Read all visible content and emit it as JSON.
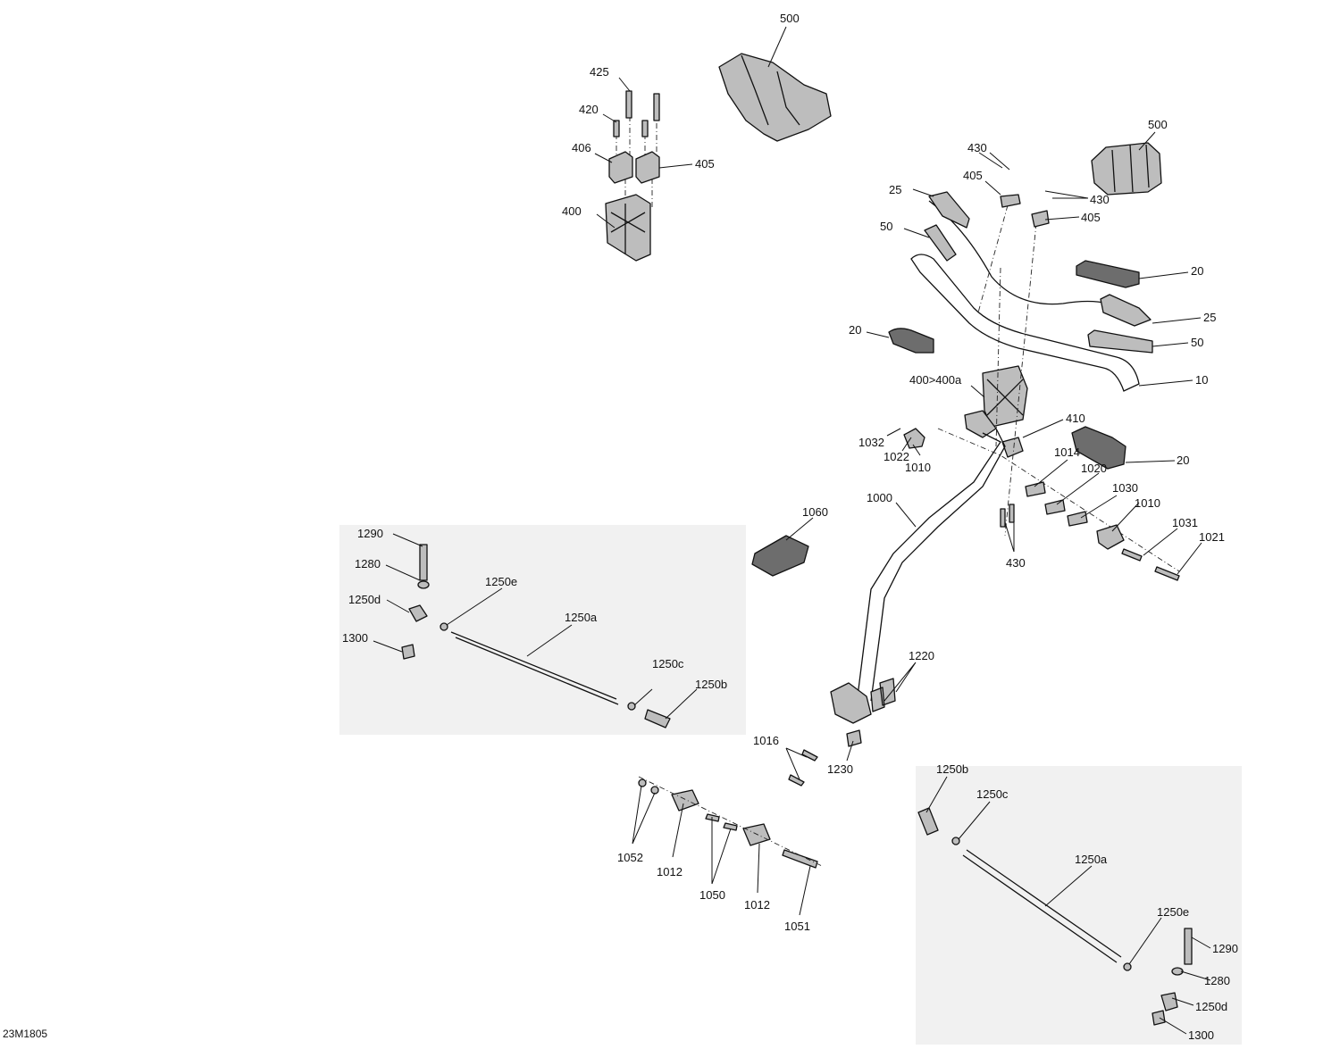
{
  "figure_id": "23M1805",
  "callouts": {
    "c500a": "500",
    "c425": "425",
    "c420": "420",
    "c406": "406",
    "c405a": "405",
    "c400": "400",
    "c500b": "500",
    "c430a": "430",
    "c405b": "405",
    "c25a": "25",
    "c430b": "430",
    "c405c": "405",
    "c50a": "50",
    "c20a": "20",
    "c25b": "25",
    "c20b": "20",
    "c50b": "50",
    "c10": "10",
    "c400a": "400>400a",
    "c410": "410",
    "c1032": "1032",
    "c1022": "1022",
    "c1010a": "1010",
    "c1014": "1014",
    "c1020": "1020",
    "c20c": "20",
    "c1030": "1030",
    "c1010b": "1010",
    "c1031": "1031",
    "c1021": "1021",
    "c430c": "430",
    "c1000": "1000",
    "c1060": "1060",
    "c1220": "1220",
    "c1016": "1016",
    "c1230": "1230",
    "c1290a": "1290",
    "c1280a": "1280",
    "c1250da": "1250d",
    "c1250ea": "1250e",
    "c1250aa": "1250a",
    "c1300a": "1300",
    "c1250ca": "1250c",
    "c1250ba": "1250b",
    "c1052": "1052",
    "c1012a": "1012",
    "c1050": "1050",
    "c1012b": "1012",
    "c1051": "1051",
    "c1250bb": "1250b",
    "c1250cb": "1250c",
    "c1250ab": "1250a",
    "c1250eb": "1250e",
    "c1290b": "1290",
    "c1280b": "1280",
    "c1250db": "1250d",
    "c1300b": "1300"
  }
}
